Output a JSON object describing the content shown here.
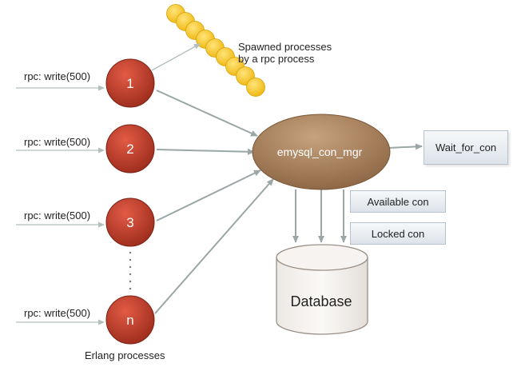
{
  "processes": {
    "calls": [
      "rpc: write(500)",
      "rpc: write(500)",
      "rpc: write(500)",
      "rpc: write(500)"
    ],
    "nodes": [
      "1",
      "2",
      "3",
      "n"
    ],
    "caption": "Erlang processes",
    "node_color": "#c0392b"
  },
  "spawned": {
    "label_line1": "Spawned processes",
    "label_line2": "by a rpc process",
    "color": "#f5c518"
  },
  "manager": {
    "label": "emysql_con_mgr",
    "color": "#a27a56"
  },
  "wait": {
    "label": "Wait_for_con"
  },
  "pool": {
    "available": "Available con",
    "locked": "Locked con"
  },
  "database": {
    "label": "Database"
  }
}
